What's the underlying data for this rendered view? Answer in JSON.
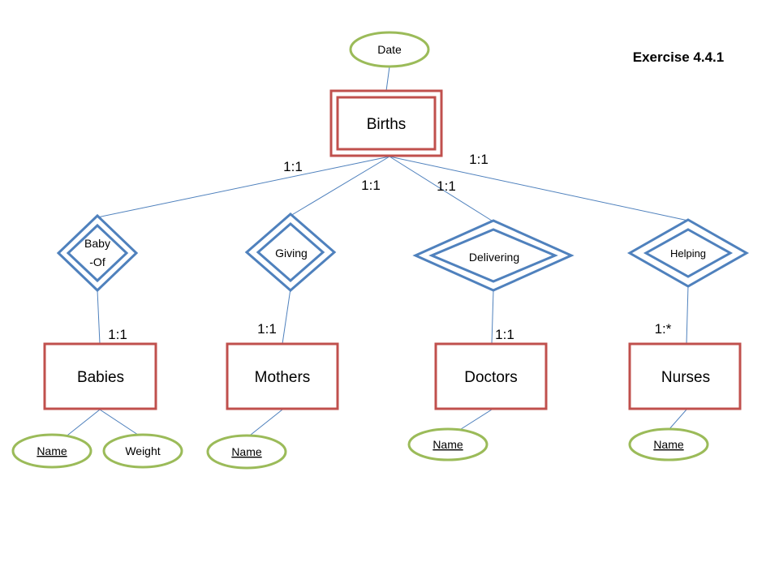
{
  "title": "Exercise 4.4.1",
  "colors": {
    "entity_border": "#c0504d",
    "relationship_border": "#4f81bd",
    "attribute_border": "#9bbb59",
    "line": "#4f81bd"
  },
  "entities": {
    "births": "Births",
    "babies": "Babies",
    "mothers": "Mothers",
    "doctors": "Doctors",
    "nurses": "Nurses"
  },
  "relationships": {
    "baby_of_line1": "Baby",
    "baby_of_line2": "-Of",
    "giving": "Giving",
    "delivering": "Delivering",
    "helping": "Helping"
  },
  "attributes": {
    "date": "Date",
    "babies_name": "Name",
    "babies_weight": "Weight",
    "mothers_name": "Name",
    "doctors_name": "Name",
    "nurses_name": "Name"
  },
  "cardinalities": {
    "births_baby_of": "1:1",
    "births_giving": "1:1",
    "births_delivering": "1:1",
    "births_helping": "1:1",
    "baby_of_babies": "1:1",
    "giving_mothers": "1:1",
    "delivering_doctors": "1:1",
    "helping_nurses": "1:*"
  }
}
